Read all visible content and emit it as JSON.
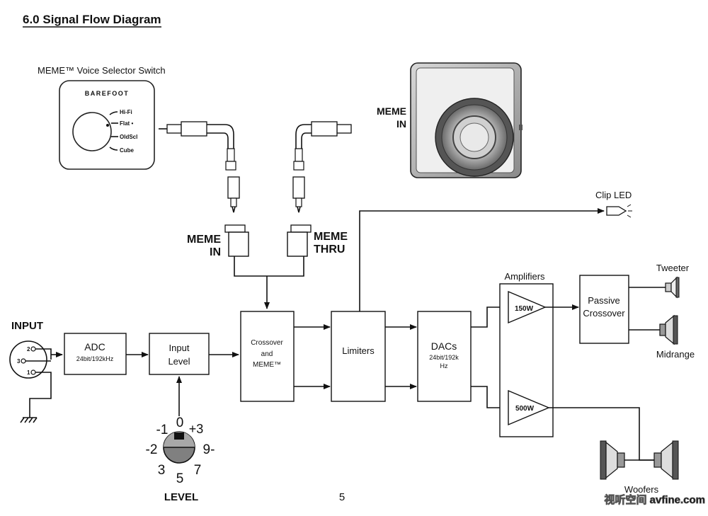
{
  "title": "6.0 Signal Flow Diagram",
  "page_number": "5",
  "watermark": "视听空间 avfine.com",
  "selector": {
    "caption": "MEME™ Voice Selector Switch",
    "brand": "BAREFOOT",
    "options": [
      "Hi-Fi",
      "Flat •",
      "OldScl",
      "Cube"
    ]
  },
  "speaker_meme_in": [
    "MEME",
    "IN"
  ],
  "jacks": {
    "meme_in": [
      "MEME",
      "IN"
    ],
    "meme_thru": [
      "MEME",
      "THRU"
    ]
  },
  "input": {
    "label": "INPUT",
    "pins": [
      "2",
      "3",
      "1"
    ]
  },
  "blocks": {
    "adc": {
      "title": "ADC",
      "sub": "24bit/192kHz"
    },
    "input_level": {
      "title": [
        "Input",
        "Level"
      ]
    },
    "crossover": {
      "title": [
        "Crossover",
        "and",
        "MEME™"
      ]
    },
    "limiters": {
      "title": "Limiters"
    },
    "dacs": {
      "title": "DACs",
      "sub": [
        "24bit/192k",
        "Hz"
      ]
    },
    "amplifiers": {
      "title": "Amplifiers"
    },
    "amp_tweeter": "150W",
    "amp_woofer": "500W",
    "passive_crossover": {
      "title": [
        "Passive",
        "Crossover"
      ]
    }
  },
  "clip_led": "Clip LED",
  "outputs": {
    "tweeter": "Tweeter",
    "midrange": "Midrange",
    "woofers": "Woofers"
  },
  "level_knob": {
    "label": "LEVEL",
    "marks": [
      "-1",
      "0",
      "+3",
      "-2",
      "9-",
      "3",
      "5",
      "7"
    ]
  }
}
